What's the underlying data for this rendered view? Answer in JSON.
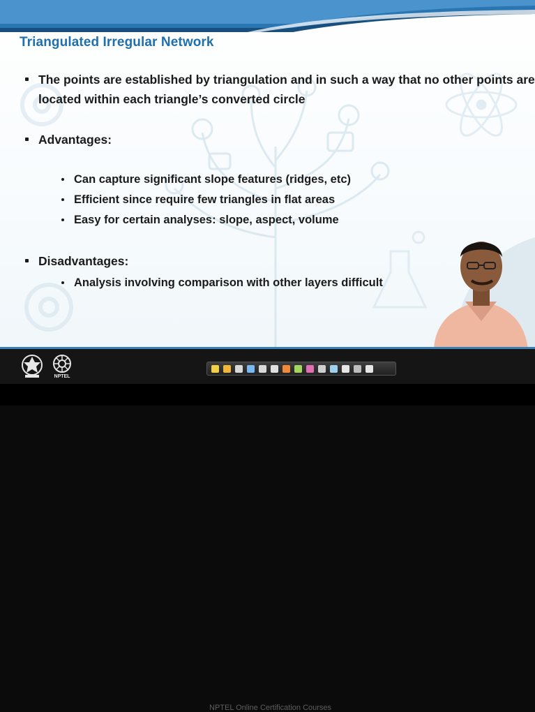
{
  "slide": {
    "title": "Triangulated Irregular Network",
    "bullets": [
      {
        "text_line1": "The points are established by triangulation and in such a way that no other points are",
        "text_line2": "located within each triangle’s converted circle"
      },
      {
        "text": "Advantages:"
      },
      {
        "text": "Disadvantages:"
      }
    ],
    "advantages": [
      "Can capture significant slope features (ridges, etc)",
      "Efficient since require few triangles in flat areas",
      "Easy for certain analyses: slope, aspect, volume"
    ],
    "disadvantages": [
      "Analysis involving  comparison with other layers difficult"
    ]
  },
  "footer": {
    "nptel_label": "NPTEL",
    "ghost_text": "NPTEL Online Certification Courses",
    "toolbar_icons": [
      "arrow-icon",
      "pen-icon",
      "highlighter-icon",
      "eraser-icon",
      "pointer-icon",
      "marker-icon",
      "pencil-icon",
      "brush-icon",
      "color-icon",
      "line-icon",
      "shape-icon",
      "text-icon",
      "clear-icon",
      "screen-icon",
      "menu-icon"
    ]
  },
  "colors": {
    "title": "#1f6fae",
    "accent_band": "#1d5f94",
    "footer": "#151515"
  }
}
